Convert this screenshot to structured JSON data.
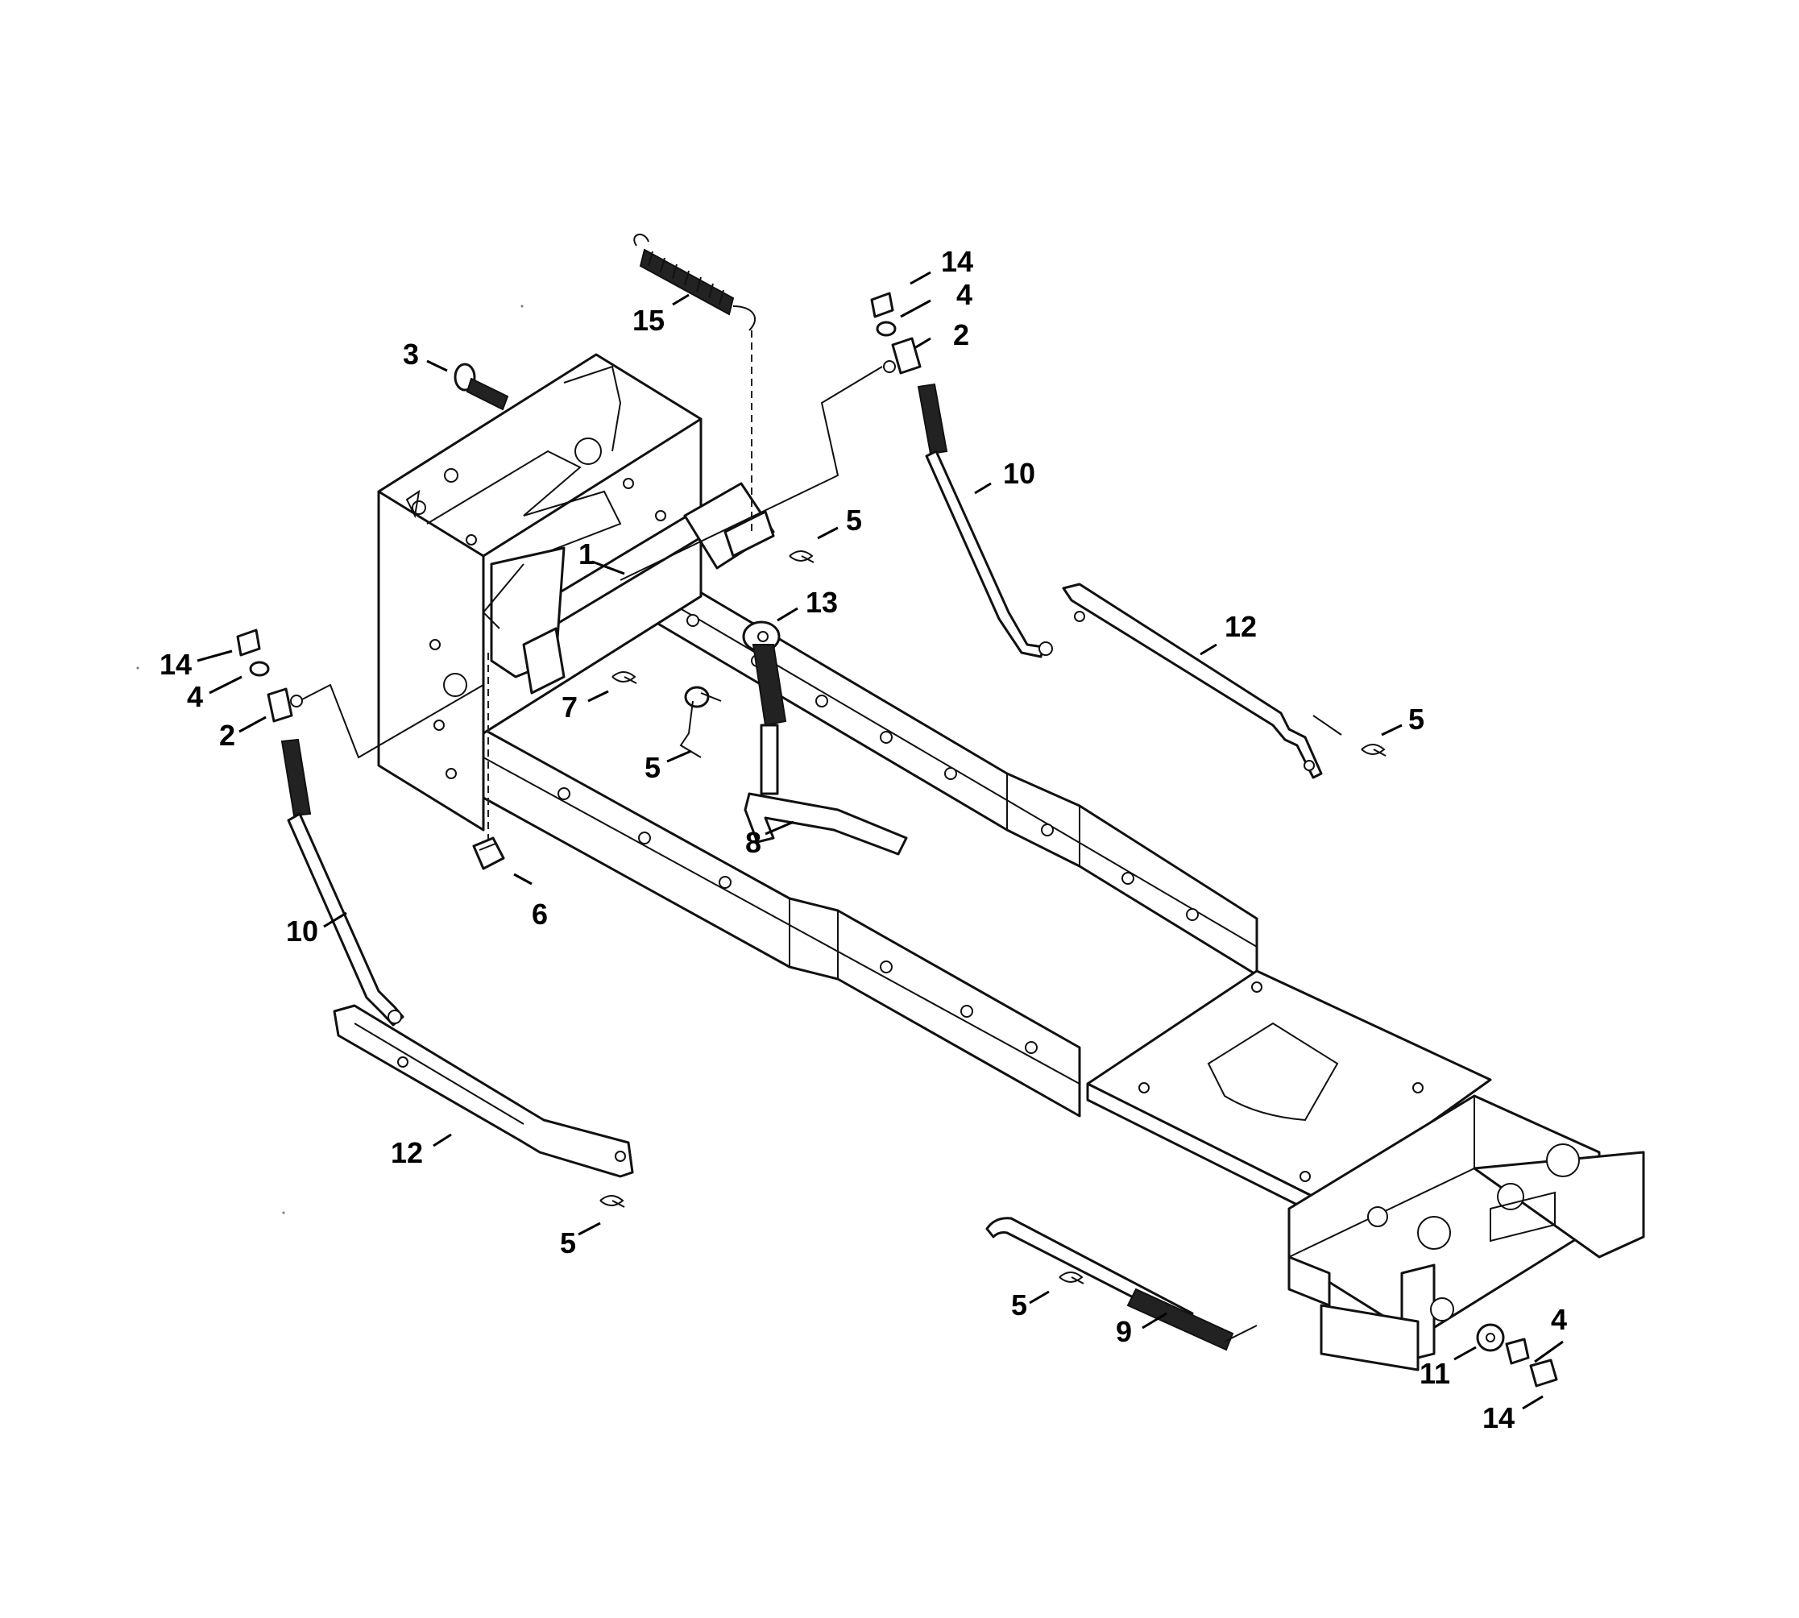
{
  "callouts": [
    {
      "label": "14"
    },
    {
      "label": "4"
    },
    {
      "label": "2"
    },
    {
      "label": "15"
    },
    {
      "label": "3"
    },
    {
      "label": "10"
    },
    {
      "label": "5"
    },
    {
      "label": "1"
    },
    {
      "label": "13"
    },
    {
      "label": "12"
    },
    {
      "label": "14"
    },
    {
      "label": "4"
    },
    {
      "label": "5"
    },
    {
      "label": "2"
    },
    {
      "label": "7"
    },
    {
      "label": "5"
    },
    {
      "label": "8"
    },
    {
      "label": "6"
    },
    {
      "label": "10"
    },
    {
      "label": "12"
    },
    {
      "label": "5"
    },
    {
      "label": "5"
    },
    {
      "label": "9"
    },
    {
      "label": "4"
    },
    {
      "label": "11"
    },
    {
      "label": "14"
    }
  ]
}
